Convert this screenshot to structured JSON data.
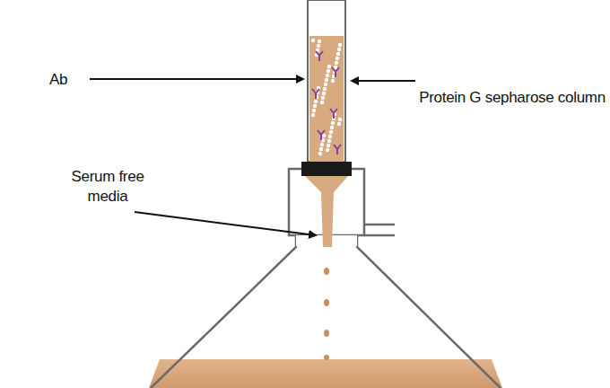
{
  "diagram": {
    "labels": [
      "Ab",
      "Protein G sepharose column",
      "Serum free media"
    ]
  }
}
